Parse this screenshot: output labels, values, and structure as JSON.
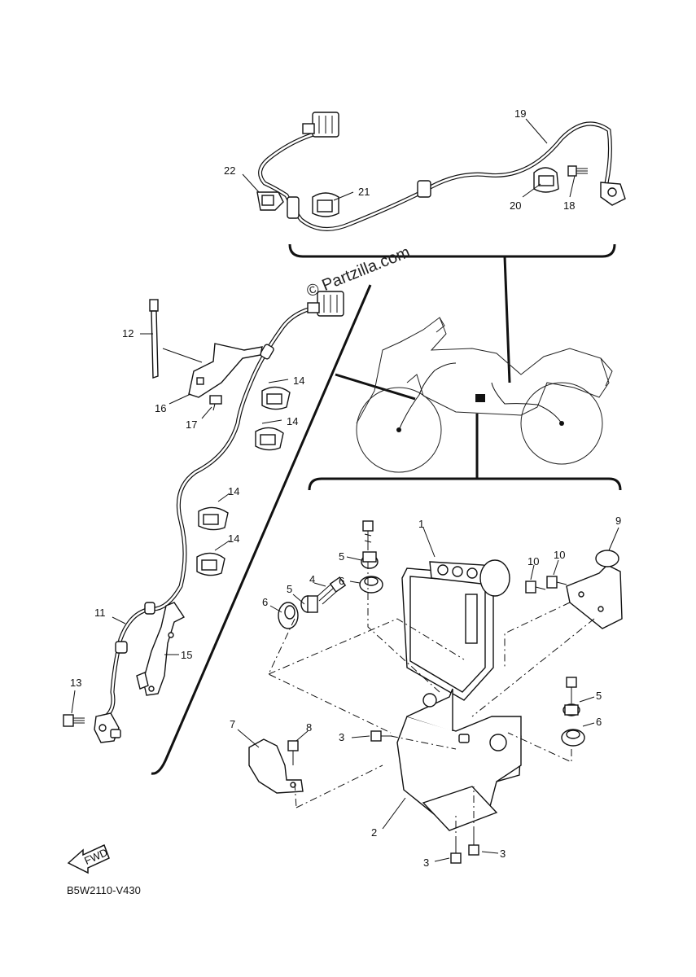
{
  "diagram": {
    "watermark": "© Partzilla.com",
    "part_code": "B5W2110-V430",
    "fwd_label": "FWD",
    "callouts": [
      "1",
      "2",
      "3",
      "3",
      "3",
      "4",
      "5",
      "5",
      "5",
      "6",
      "6",
      "6",
      "7",
      "8",
      "9",
      "10",
      "10",
      "11",
      "12",
      "13",
      "14",
      "14",
      "14",
      "14",
      "15",
      "16",
      "17",
      "18",
      "19",
      "20",
      "21",
      "22"
    ]
  }
}
